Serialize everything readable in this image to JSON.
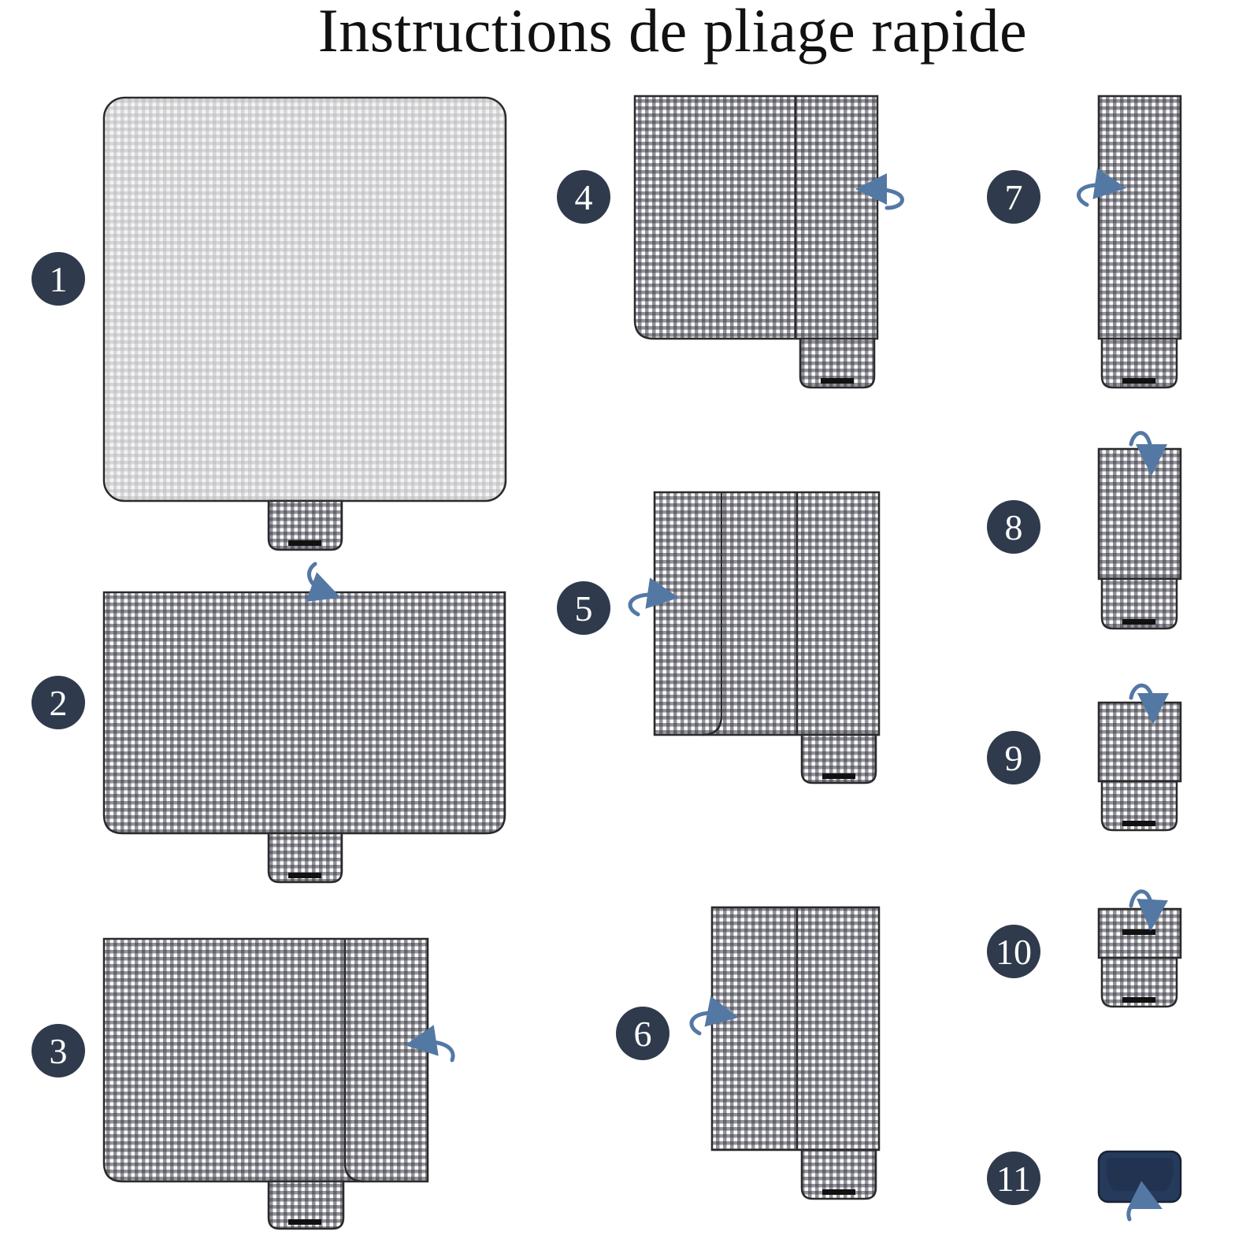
{
  "title": "Instructions de pliage rapide",
  "colors": {
    "badge": "#2f3b4c",
    "gingham_dark": "#3b3b47",
    "gingham_light": "#c9c9cc",
    "arrow": "#5478a4",
    "outline": "#2a2a2a",
    "strap": "#111111",
    "cover": "#263a5c"
  },
  "steps": [
    {
      "number": "1"
    },
    {
      "number": "2"
    },
    {
      "number": "3"
    },
    {
      "number": "4"
    },
    {
      "number": "5"
    },
    {
      "number": "6"
    },
    {
      "number": "7"
    },
    {
      "number": "8"
    },
    {
      "number": "9"
    },
    {
      "number": "10"
    },
    {
      "number": "11"
    }
  ]
}
